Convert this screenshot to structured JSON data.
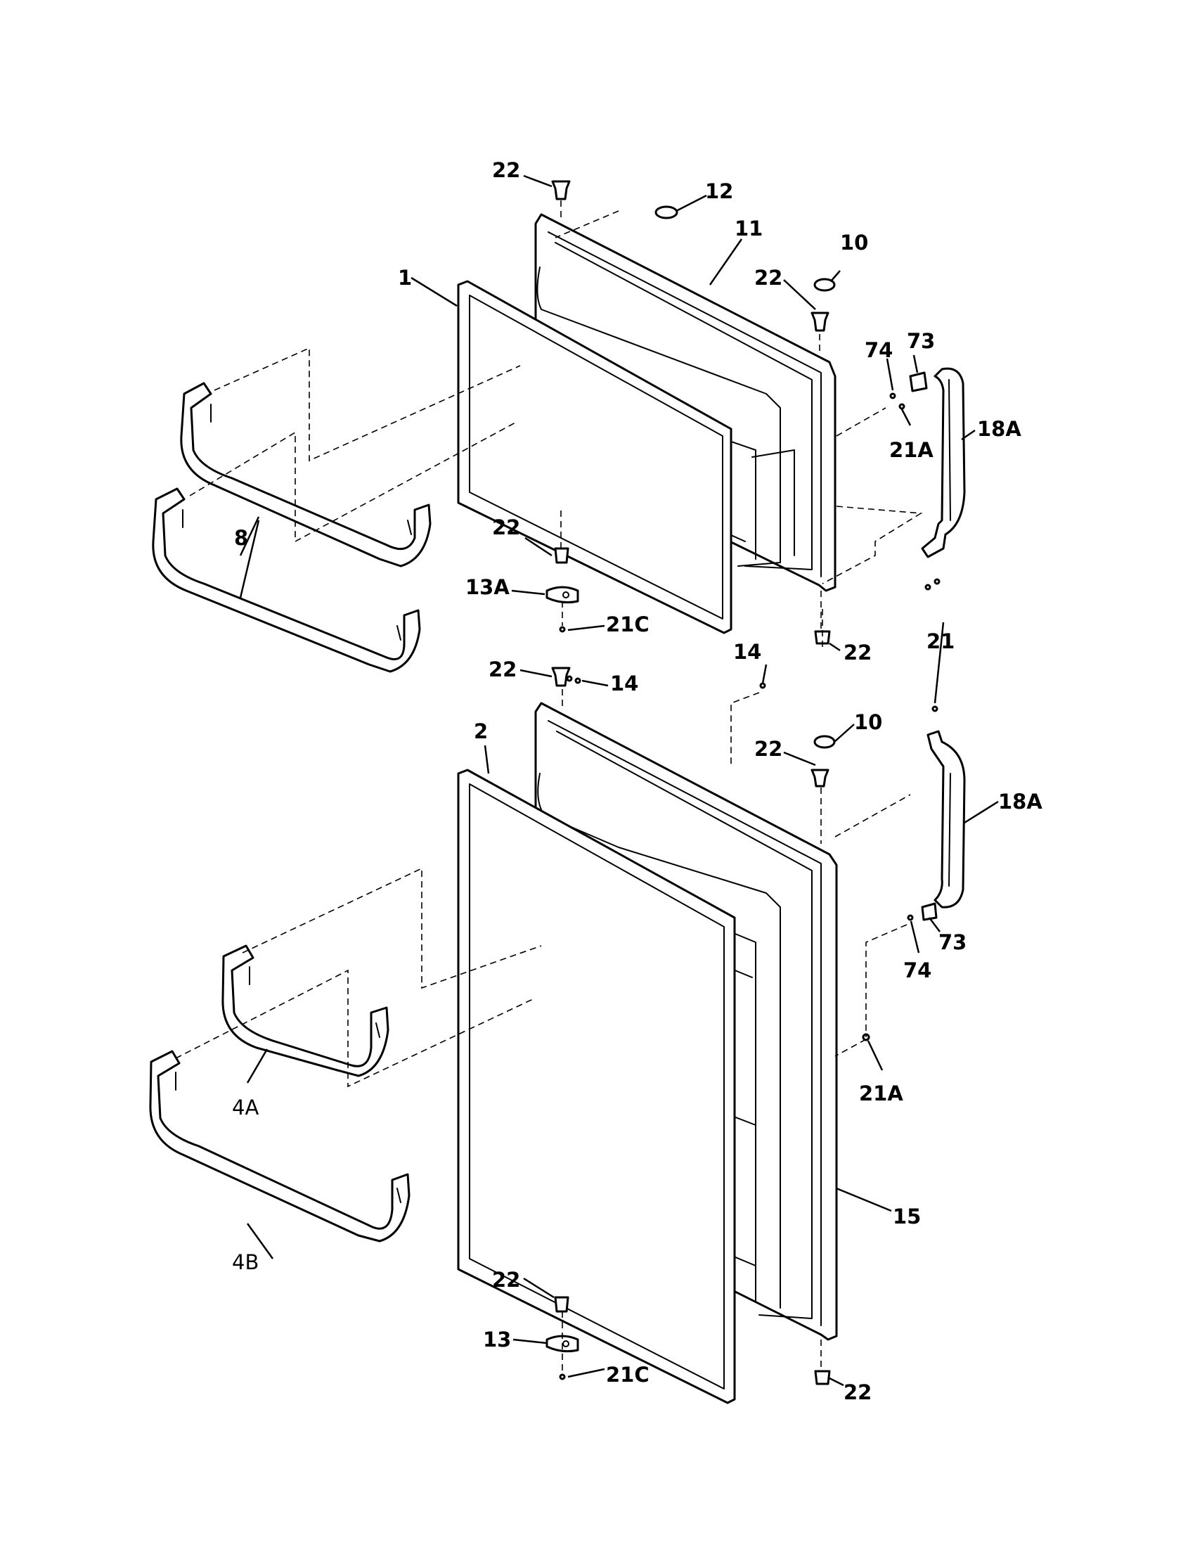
{
  "callouts": {
    "c22_top": "22",
    "c12": "12",
    "c11": "11",
    "c10_top": "10",
    "c22_top_right": "22",
    "c1": "1",
    "c74_top": "74",
    "c73_top": "73",
    "c18A_top": "18A",
    "c21A_top": "21A",
    "c8": "8",
    "c22_fz_bottom": "22",
    "c13A": "13A",
    "c21C_top": "21C",
    "c22_fz_bottom_right": "22",
    "c21": "21",
    "c14_right": "14",
    "c22_ff_top": "22",
    "c14_hinge": "14",
    "c2": "2",
    "c10_bottom": "10",
    "c22_ff_right": "22",
    "c18A_bottom": "18A",
    "c73_bottom": "73",
    "c74_bottom": "74",
    "c4A": "4A",
    "c21A_bottom": "21A",
    "c15": "15",
    "c4B": "4B",
    "c22_ff_bottom": "22",
    "c13": "13",
    "c21C_bottom": "21C",
    "c22_ff_bottom_right": "22"
  }
}
